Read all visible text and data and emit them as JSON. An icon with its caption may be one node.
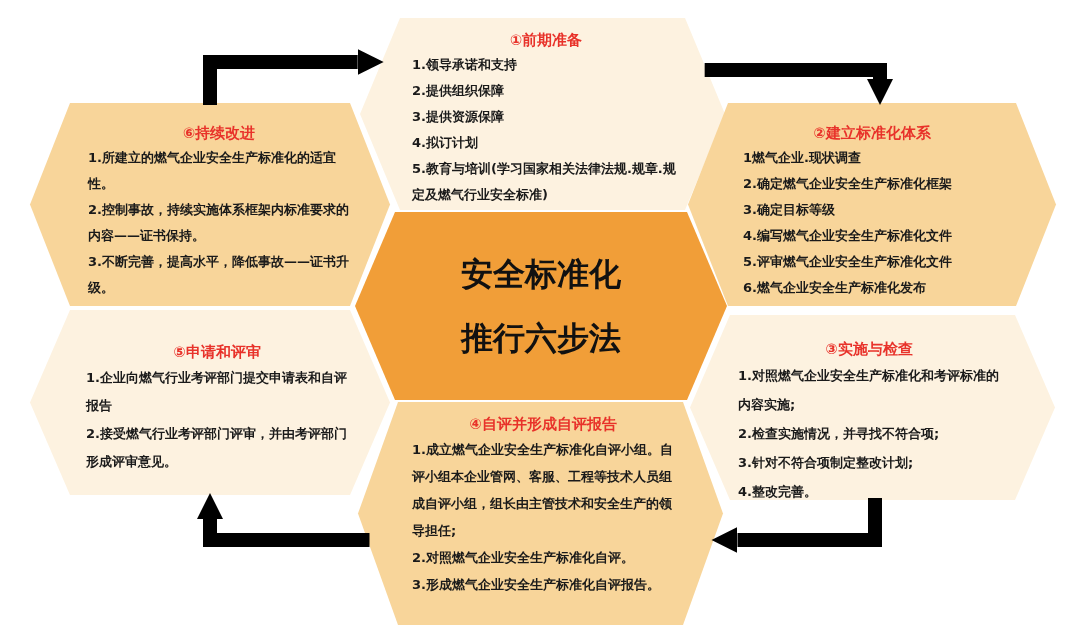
{
  "diagram": {
    "nodes": [
      {
        "text": [
          "①前期准备",
          "1.领导承诺和支持",
          "2.提供组织保障",
          "3.提供资源保障",
          "4.拟订计划",
          "5.教育与培训(学习国家相关法律法规.规章.规定及燃气行业安全标准)"
        ]
      },
      {
        "text": [
          "⑥持续改进",
          "1.所建立的燃气企业安全生产标准化的适宜性。",
          "2.控制事故，持续实施体系框架内标准要求的内容——**证书保持**。",
          "3.不断完善，提高水平，降低事故——**证书升级**。"
        ]
      },
      {
        "text": [
          "②建立标准化体系",
          "1燃气企业.现状调查",
          "2.确定燃气企业安全生产标准化框架",
          "3.确定目标等级",
          "4.编写燃气企业安全生产标准化文件",
          "5.评审燃气企业安全生产标准化文件",
          "6.燃气企业安全生产标准化发布"
        ]
      },
      {
        "text": [
          "安全标准化推行六步法"
        ]
      },
      {
        "text": [
          "⑤申请和评审",
          "1.企业向燃气行业考评部门提交申请表和自评报告",
          "2.接受燃气行业考评部门评审，并由考评部门形成评审意见。"
        ]
      },
      {
        "text": [
          "③实施与检查",
          "1.对照燃气企业安全生产标准化和考评标准的内容实施;",
          "2.检查实施情况，并寻找不符合项;",
          "3.针对不符合项制定整改计划;",
          "4.整改完善。"
        ]
      },
      {
        "text": [
          "④自评并形成自评报告",
          "1.成立燃气企业安全生产标准化自评小组。自评小组本企业管网、客服、工程等技术人员组成自评小组，组长由主管技术和安全生产的领导担任;",
          "2.对照燃气企业安全生产标准化自评。",
          "3.形成燃气企业安全生产标准化自评报告。"
        ]
      }
    ],
    "edges": [
      {
        "from": 1,
        "to": 0,
        "arrow": "to"
      },
      {
        "from": 0,
        "to": 2,
        "arrow": "to"
      },
      {
        "from": 5,
        "to": 6,
        "arrow": "to"
      },
      {
        "from": 6,
        "to": 4,
        "arrow": "to"
      }
    ]
  }
}
